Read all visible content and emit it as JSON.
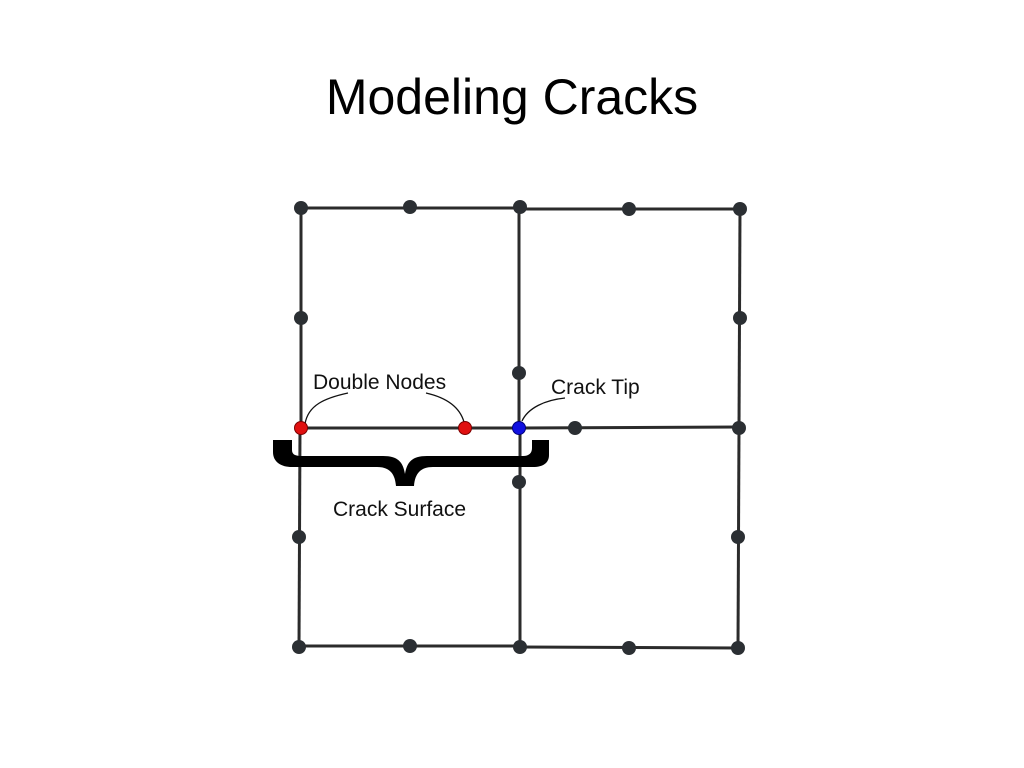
{
  "slide": {
    "title": "Modeling Cracks"
  },
  "diagram": {
    "labels": {
      "double_nodes": "Double Nodes",
      "crack_tip": "Crack Tip",
      "crack_surface": "Crack Surface"
    },
    "colors": {
      "mesh_line": "#2b2b2b",
      "node": "#2b2f33",
      "double_node": "#e01010",
      "crack_tip": "#1010e0",
      "brace": "#000000"
    },
    "mesh": {
      "element_count": 4,
      "nodes_per_element": 8
    }
  }
}
